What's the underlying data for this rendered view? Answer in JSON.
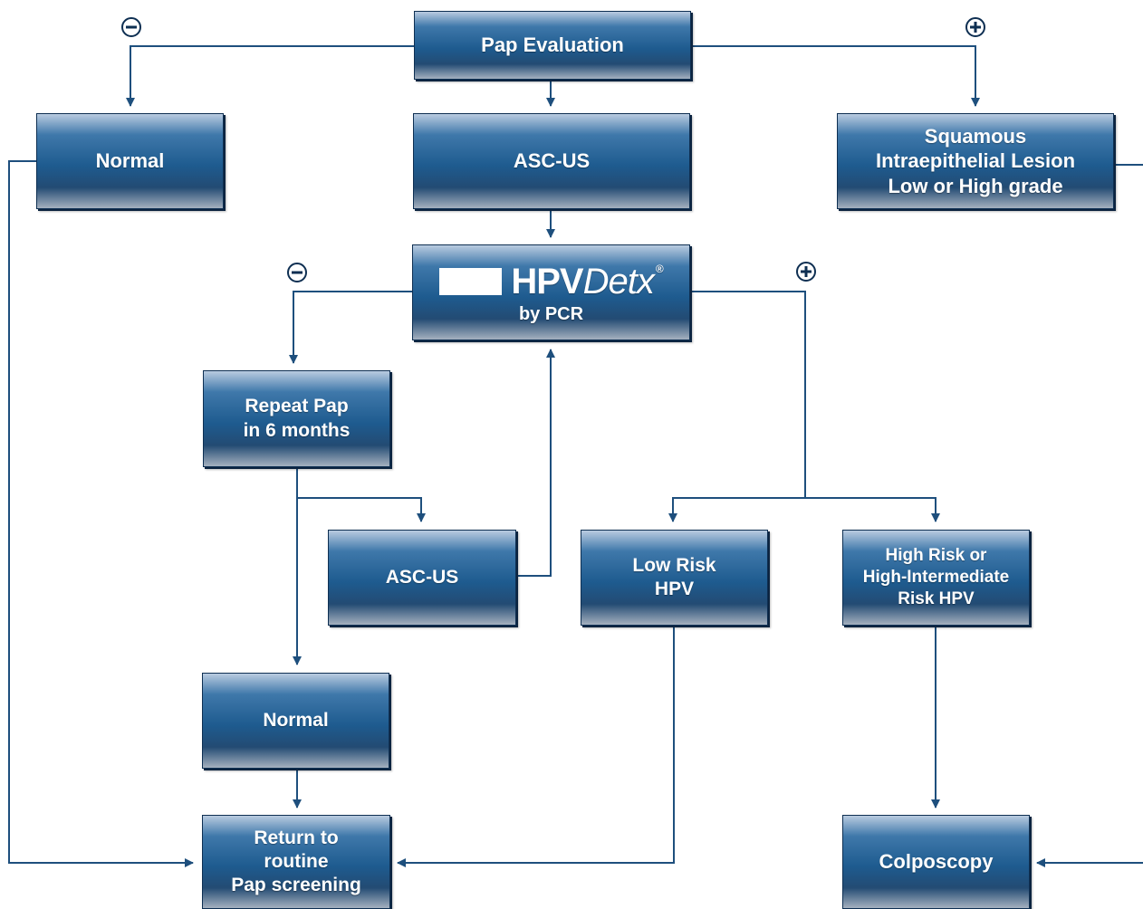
{
  "nodes": {
    "pap_evaluation": "Pap Evaluation",
    "normal_top": "Normal",
    "asc_us_top": "ASC-US",
    "sil": [
      "Squamous",
      "Intraepithelial Lesion",
      "Low or High grade"
    ],
    "hpvdetx": {
      "brand_bold": "HPV",
      "brand_italic": "Detx",
      "reg_mark": "®",
      "subtitle": "by PCR"
    },
    "repeat_pap": [
      "Repeat Pap",
      "in 6 months"
    ],
    "asc_us_repeat": "ASC-US",
    "low_risk": [
      "Low Risk",
      "HPV"
    ],
    "high_risk": [
      "High Risk or",
      "High-Intermediate",
      "Risk HPV"
    ],
    "normal_repeat": "Normal",
    "return_routine": [
      "Return to",
      "routine",
      "Pap screening"
    ],
    "colposcopy": "Colposcopy"
  },
  "signs": {
    "pap_negative": "negative-sign",
    "pap_positive": "positive-sign",
    "hpv_negative": "negative-sign",
    "hpv_positive": "positive-sign"
  },
  "colors": {
    "line": "#1e4f7d",
    "box_dark": "#1e5b8f",
    "box_light": "#b9cbe0",
    "text": "#ffffff"
  }
}
